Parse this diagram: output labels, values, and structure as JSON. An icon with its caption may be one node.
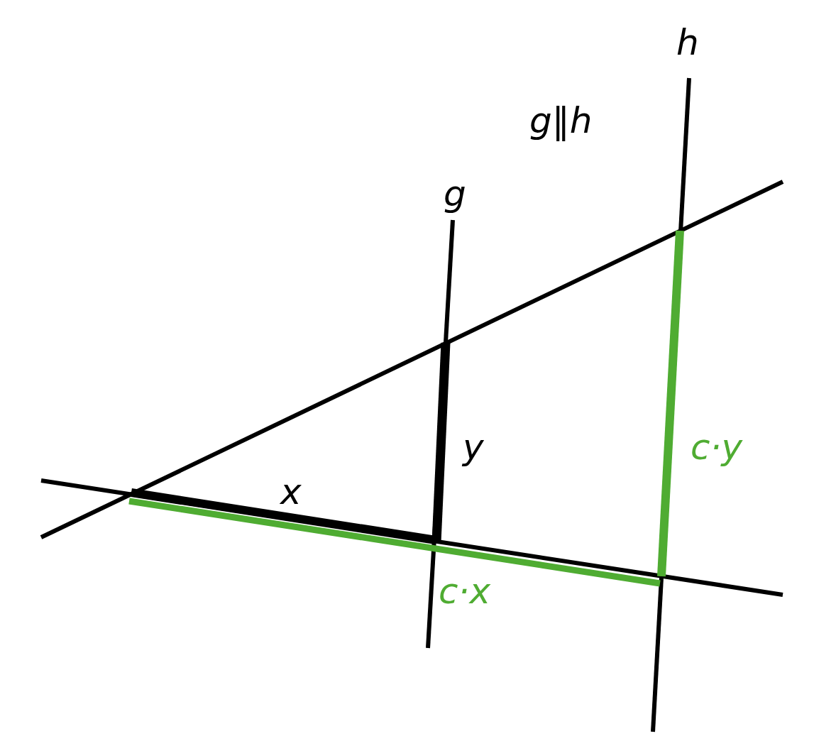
{
  "diagram": {
    "labels": [
      "h",
      "g‖h",
      "g",
      "y",
      "x",
      "c·y",
      "c·x"
    ]
  }
}
